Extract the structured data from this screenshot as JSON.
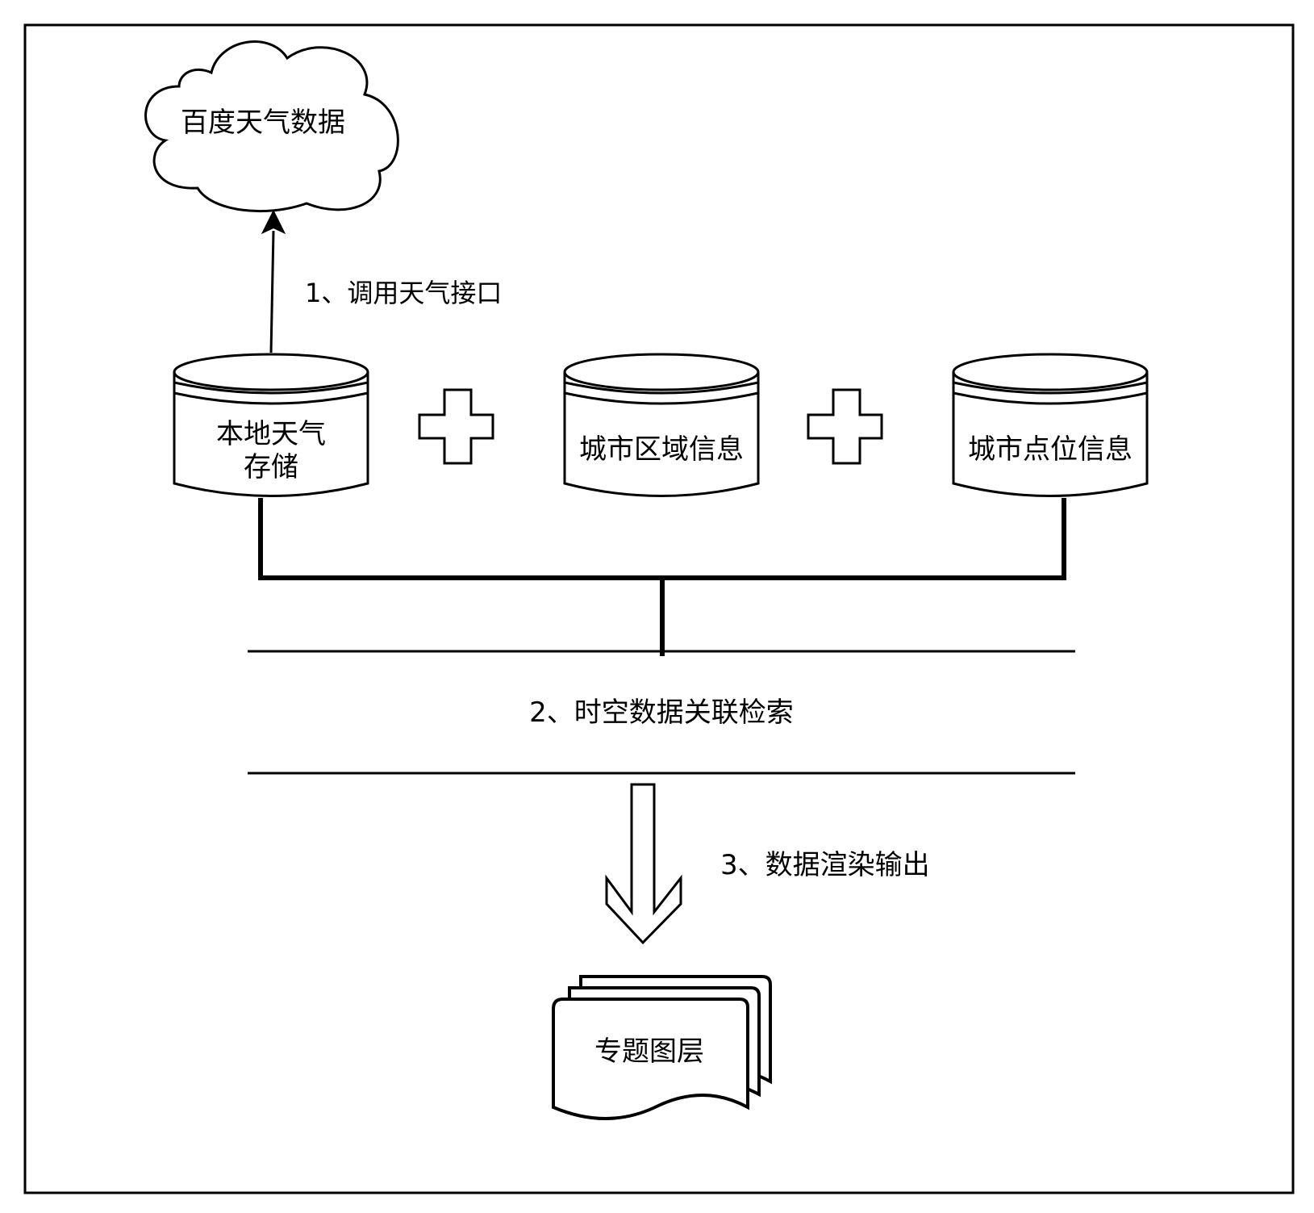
{
  "diagram": {
    "cloud_label": "百度天气数据",
    "step1_label": "1、调用天气接口",
    "db_local_line1": "本地天气",
    "db_local_line2": "存储",
    "db_region_label": "城市区域信息",
    "db_point_label": "城市点位信息",
    "step2_label": "2、时空数据关联检索",
    "step3_label": "3、数据渲染输出",
    "output_label": "专题图层"
  }
}
